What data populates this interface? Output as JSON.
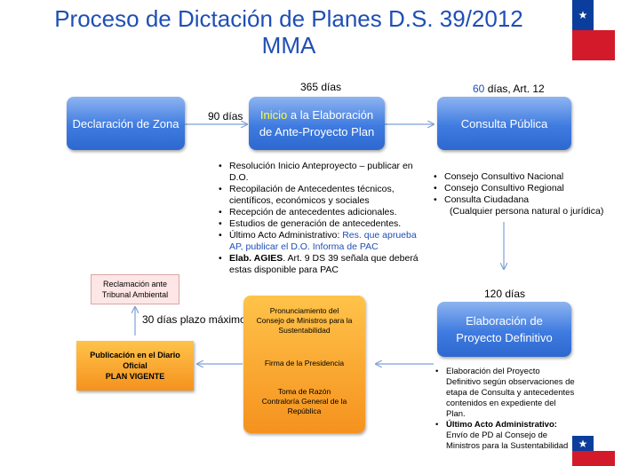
{
  "title": {
    "line1": "Proceso de Dictación de Planes  D.S. 39/2012",
    "line2": "MMA"
  },
  "boxes": {
    "declaracion": "Declaración de Zona",
    "inicio_highlight": "Inicio",
    "inicio_rest1": " a la Elaboración",
    "inicio_rest2": "de Ante-Proyecto Plan",
    "consulta": "Consulta Pública",
    "elaboracion_line1": "Elaboración de",
    "elaboracion_line2": "Proyecto Definitivo",
    "consejo_pronunciamiento": "Pronunciamiento del Consejo de Ministros para la Sustentabilidad",
    "consejo_firma": "Firma de la Presidencia",
    "consejo_toma": "Toma de Razón Contraloría General de la República",
    "publicacion_line1": "Publicación en el Diario",
    "publicacion_line2": "Oficial",
    "publicacion_line3": "PLAN VIGENTE",
    "reclamacion_line1": "Reclamación ante",
    "reclamacion_line2": "Tribunal Ambiental"
  },
  "labels": {
    "dias_365": "365 días",
    "dias_60_num": "60",
    "dias_60_rest": " días, Art. 12",
    "dias_90": "90 días",
    "dias_120": "120 días",
    "dias_30": "30 días plazo máximo"
  },
  "list_anteproyecto": {
    "item1": "Resolución Inicio Anteproyecto – publicar en D.O.",
    "item2": "Recopilación de Antecedentes técnicos, científicos, económicos y sociales",
    "item3": "Recepción de antecedentes adicionales.",
    "item4": "Estudios de generación de antecedentes.",
    "item5_plain": "Último Acto Administrativo: ",
    "item5_blue": "Res. que aprueba AP, publicar el D.O. Informa de PAC",
    "item6_bold": "Elab. AGIES",
    "item6_rest": ". Art. 9 DS 39 señala que deberá estas disponible para PAC"
  },
  "list_consulta": {
    "item1": "Consejo Consultivo Nacional",
    "item2": "Consejo Consultivo Regional",
    "item3": "Consulta Ciudadana",
    "item3_sub": "(Cualquier persona natural o jurídica)"
  },
  "list_elaboracion": {
    "item1": "Elaboración del Proyecto Definitivo según observaciones de etapa de Consulta y antecedentes contenidos en expediente del Plan.",
    "item2_bold": "Último Acto Administrativo:",
    "item2_rest": " Envío de PD al Consejo de Ministros para la Sustentabilidad"
  },
  "icons": {
    "flag_top": "chile-flag-icon",
    "flag_bottom": "chile-flag-icon"
  },
  "colors": {
    "title_blue": "#1f4fb5",
    "box_blue": "#3f7be0",
    "highlight_yellow": "#ffff40",
    "box_orange": "#f5921e",
    "box_pink": "#ffe6e6",
    "arrow": "#7fa0d6"
  }
}
